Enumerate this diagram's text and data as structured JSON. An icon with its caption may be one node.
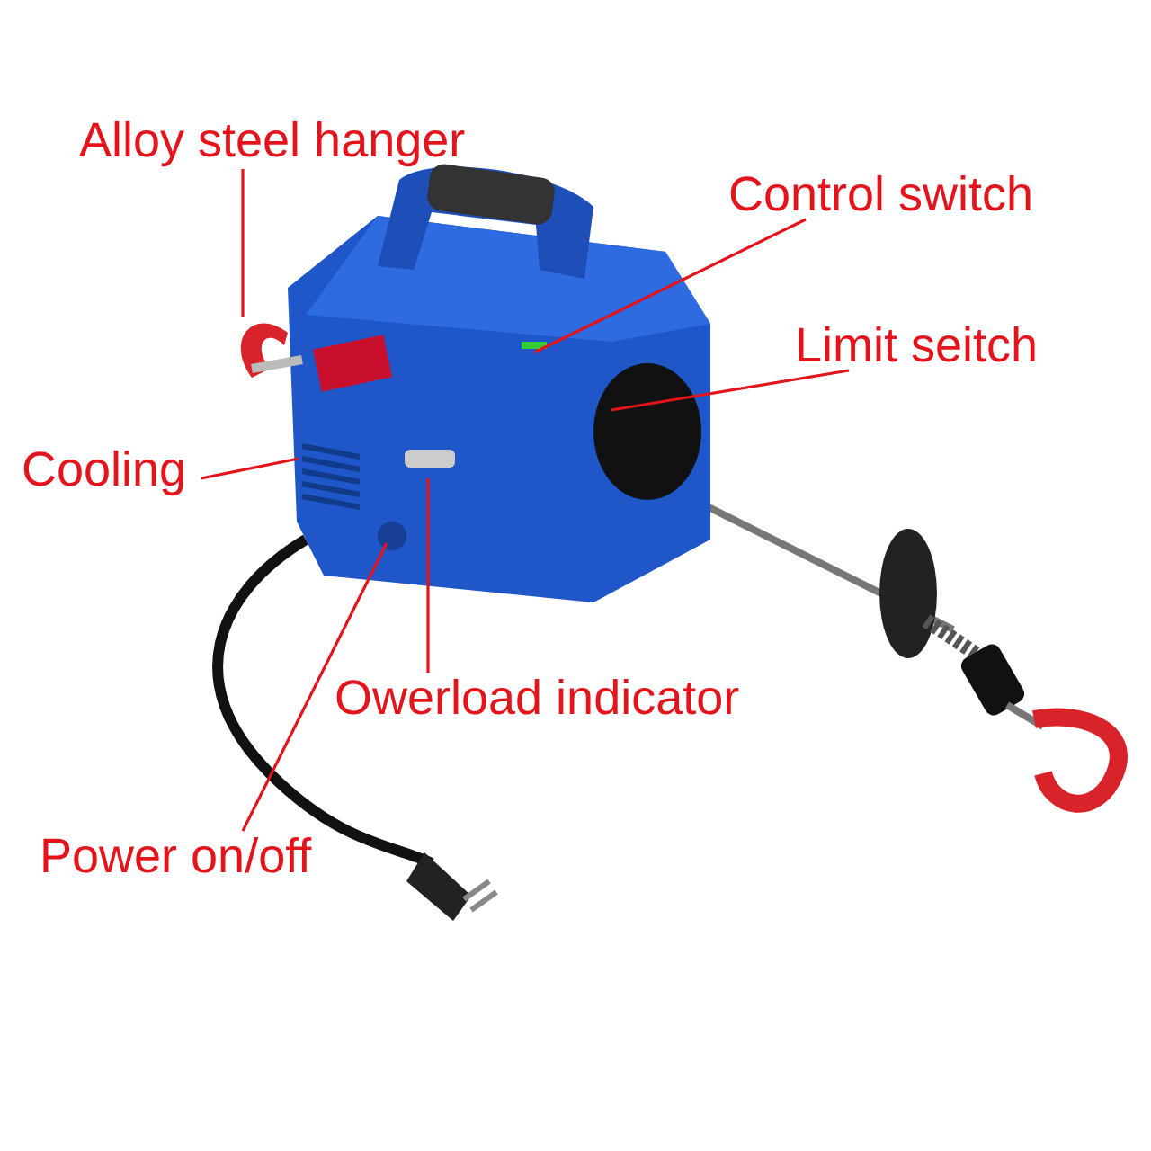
{
  "diagram": {
    "nodes": [
      {
        "text": [
          "Alloy steel hanger"
        ]
      },
      {
        "text": [
          "Control switch"
        ]
      },
      {
        "text": [
          "Limit seitch"
        ]
      },
      {
        "text": [
          "Cooling"
        ]
      },
      {
        "text": [
          "Owerload indicator"
        ]
      },
      {
        "text": [
          "Power on/off"
        ]
      }
    ],
    "edges": [
      {
        "from": 0,
        "to": null,
        "arrow": "none"
      },
      {
        "from": 1,
        "to": null,
        "arrow": "none"
      },
      {
        "from": 2,
        "to": null,
        "arrow": "none"
      },
      {
        "from": 3,
        "to": null,
        "arrow": "none"
      },
      {
        "from": 4,
        "to": null,
        "arrow": "none"
      },
      {
        "from": 5,
        "to": null,
        "arrow": "none"
      }
    ]
  }
}
